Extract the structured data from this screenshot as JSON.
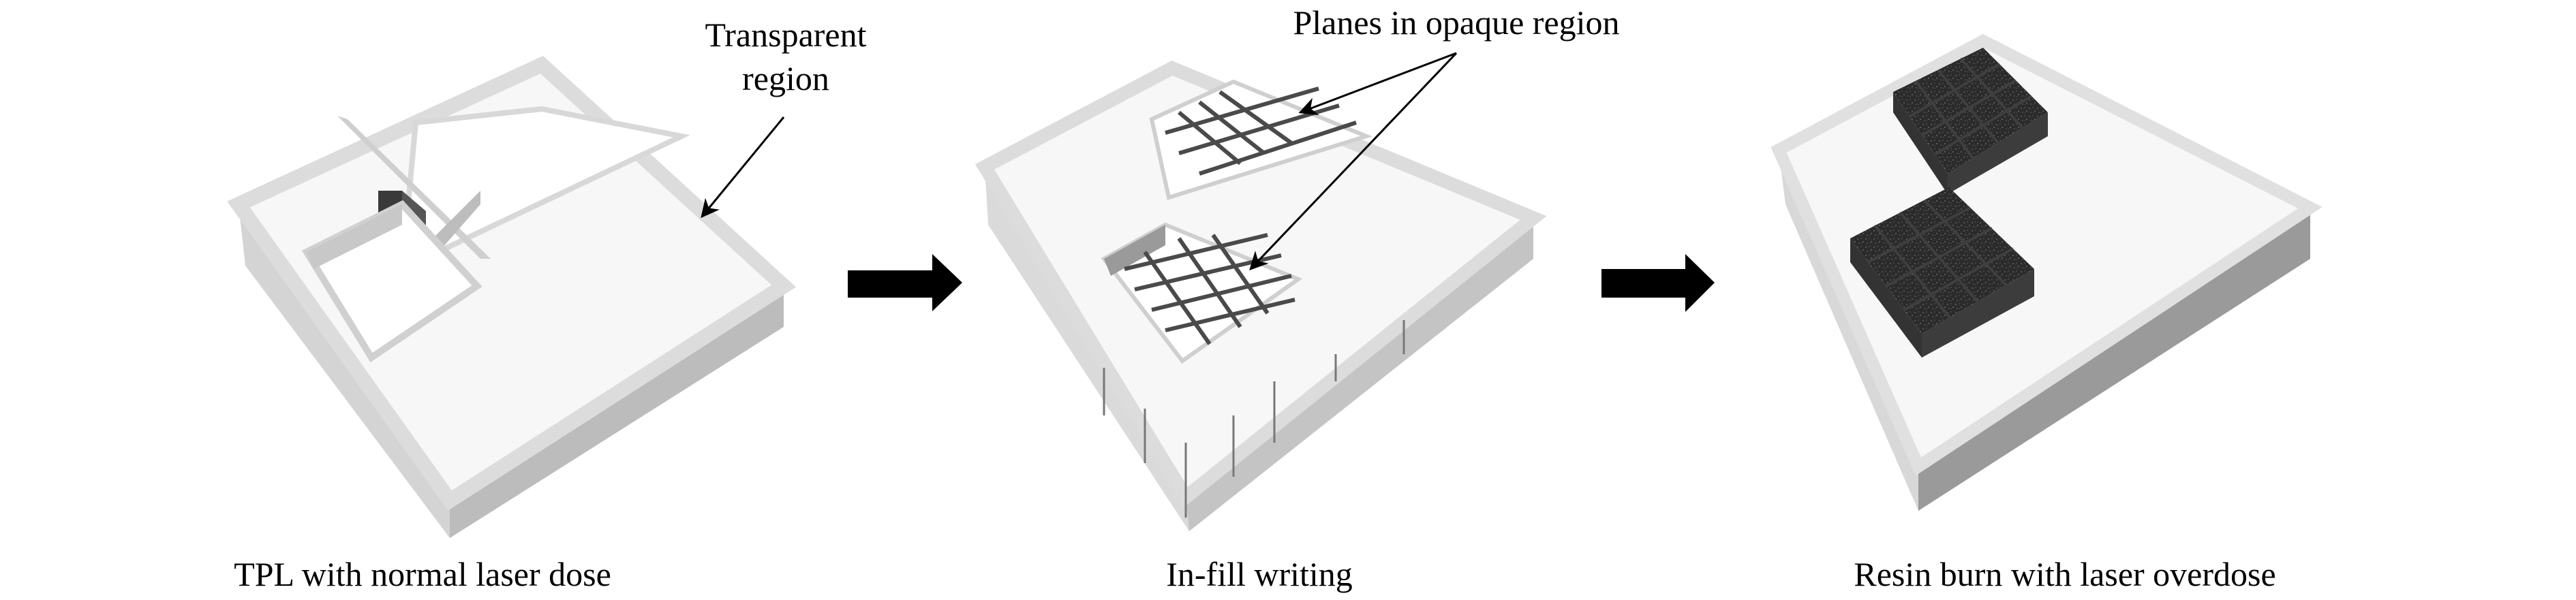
{
  "figure": {
    "panels": [
      {
        "id": "panel-1",
        "caption": "TPL with normal laser dose"
      },
      {
        "id": "panel-2",
        "caption": "In-fill writing"
      },
      {
        "id": "panel-3",
        "caption": "Resin burn with laser overdose"
      }
    ],
    "annotations": {
      "transparent_line1": "Transparent",
      "transparent_line2": "region",
      "planes": "Planes in opaque region"
    },
    "colors": {
      "glass_top": "#f7f7f7",
      "glass_edge": "#e2e2e2",
      "glass_side": "#c9c9c9",
      "burnt_resin": "#2e2e2e",
      "arrow": "#000000"
    },
    "grid": {
      "rows": 4,
      "cols": 4
    }
  }
}
